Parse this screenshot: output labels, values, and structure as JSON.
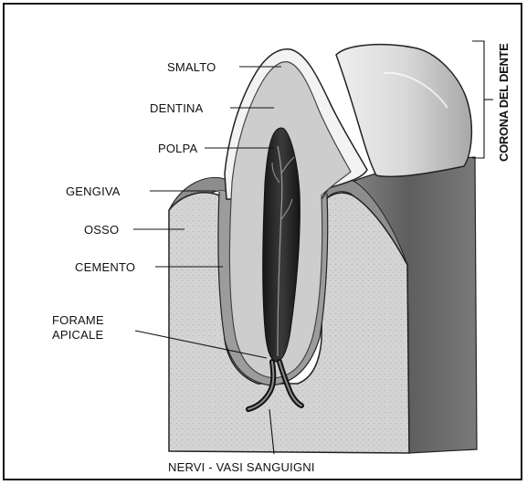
{
  "labels": {
    "smalto": "SMALTO",
    "dentina": "DENTINA",
    "polpa": "POLPA",
    "gengiva": "GENGIVA",
    "osso": "OSSO",
    "cemento": "CEMENTO",
    "forame_line1": "FORAME",
    "forame_line2": "APICALE",
    "nervi": "NERVI - VASI SANGUIGNI",
    "corona": "CORONA DEL DENTE"
  },
  "colors": {
    "background": "#ffffff",
    "ink": "#111111",
    "gum_block": "#6e6e6e",
    "bone": "#d2d2d2",
    "enamel": "#f4f4f4",
    "dentin": "#cfcfcf",
    "pulp": "#2a2a2a"
  }
}
